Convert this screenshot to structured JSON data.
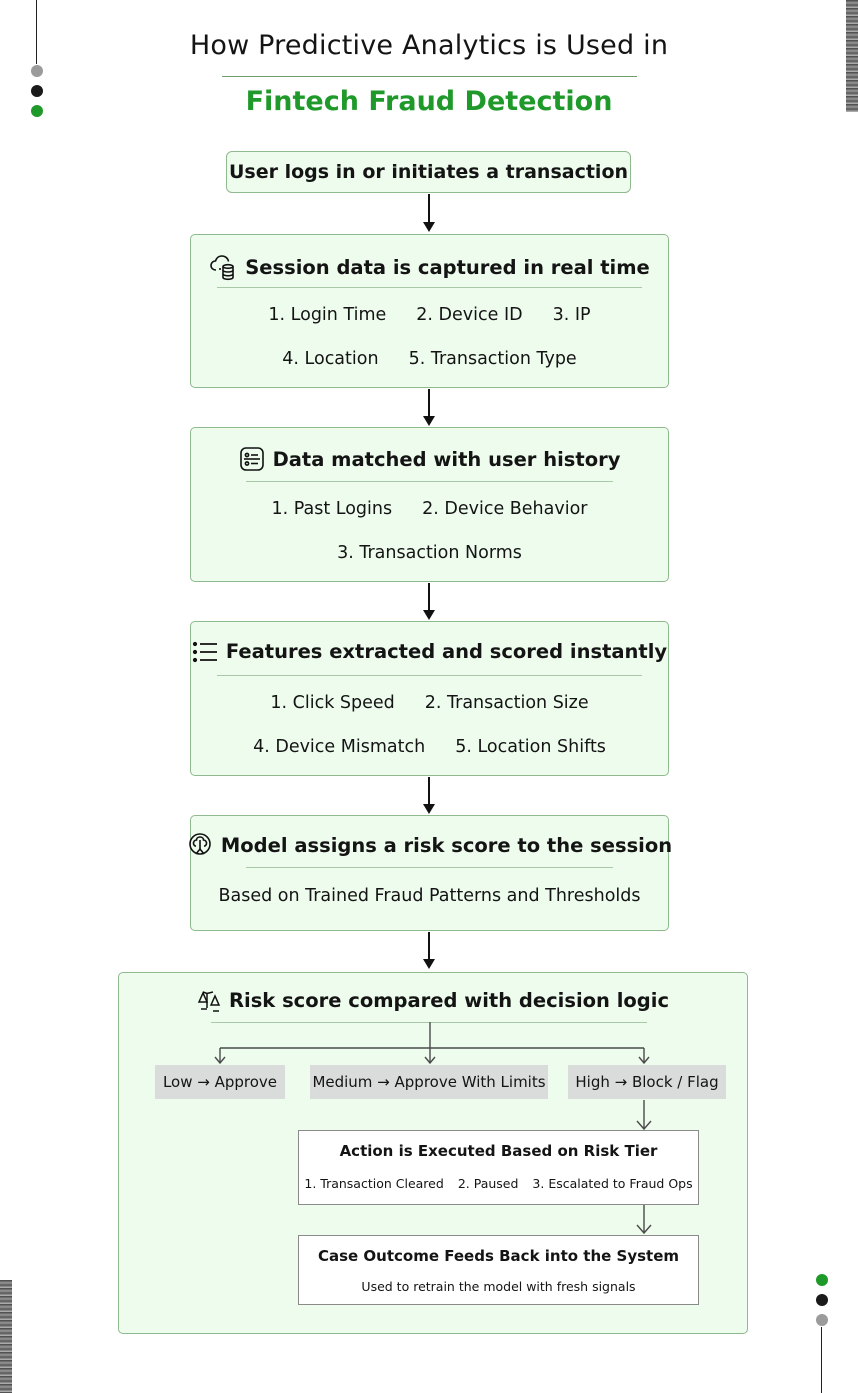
{
  "title": {
    "line1": "How Predictive Analytics is Used in",
    "line2": "Fintech Fraud Detection"
  },
  "colors": {
    "accent_green": "#1f9a2a",
    "box_fill": "#eefcee",
    "box_border": "#8fb98f",
    "chip_fill": "#d9dcdb"
  },
  "flow": {
    "start": "User logs in or initiates a transaction",
    "steps": [
      {
        "icon": "cloud-database-icon",
        "title": "Session data is captured in real time",
        "rows": [
          [
            "1. Login Time",
            "2. Device ID",
            "3. IP"
          ],
          [
            "4. Location",
            "5. Transaction Type"
          ]
        ]
      },
      {
        "icon": "list-panel-icon",
        "title": "Data matched with user history",
        "rows": [
          [
            "1. Past Logins",
            "2. Device Behavior"
          ],
          [
            "3. Transaction Norms"
          ]
        ]
      },
      {
        "icon": "list-icon",
        "title": "Features extracted and scored instantly",
        "rows": [
          [
            "1. Click Speed",
            "2. Transaction Size"
          ],
          [
            "4. Device Mismatch",
            "5. Location Shifts"
          ]
        ]
      },
      {
        "icon": "brain-model-icon",
        "title": "Model assigns a risk score to the session",
        "rows": [
          [
            "Based on Trained Fraud Patterns and Thresholds"
          ]
        ]
      }
    ],
    "decision": {
      "icon": "scales-icon",
      "title": "Risk score compared with decision logic",
      "outcomes": [
        "Low → Approve",
        "Medium → Approve With Limits",
        "High → Block / Flag"
      ],
      "action": {
        "title": "Action is Executed Based on Risk Tier",
        "items": [
          "1. Transaction Cleared",
          "2. Paused",
          "3. Escalated to Fraud Ops"
        ]
      },
      "feedback": {
        "title": "Case Outcome Feeds Back into the System",
        "subtitle": "Used to retrain the model with fresh signals"
      }
    }
  }
}
